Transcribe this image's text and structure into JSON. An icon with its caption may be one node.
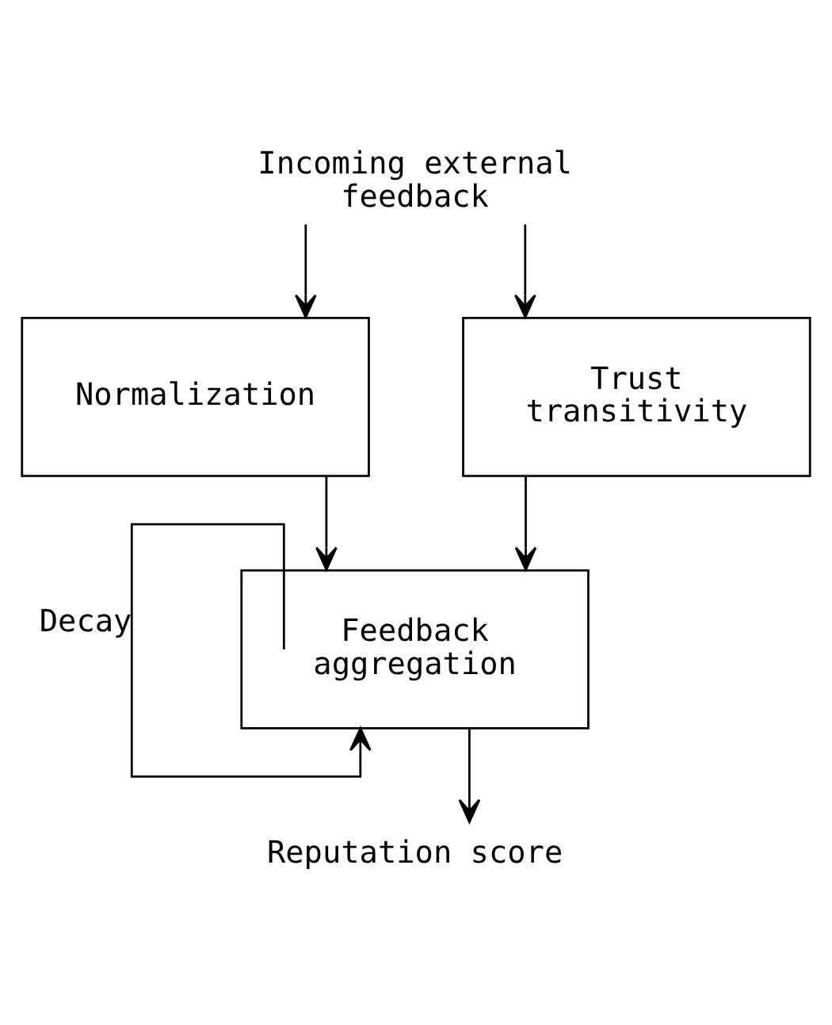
{
  "diagram": {
    "nodes": [
      {
        "text": [
          "Incoming external feedback"
        ]
      },
      {
        "text": [
          "Normalization"
        ]
      },
      {
        "text": [
          "Trust transitivity"
        ]
      },
      {
        "text": [
          "Feedback aggregation"
        ]
      },
      {
        "text": [
          "Reputation score"
        ]
      }
    ],
    "edges": [
      {
        "from": 0,
        "to": 1,
        "arrow": "to"
      },
      {
        "from": 0,
        "to": 2,
        "arrow": "to"
      },
      {
        "from": 1,
        "to": 3,
        "arrow": "to"
      },
      {
        "from": 2,
        "to": 3,
        "arrow": "to"
      },
      {
        "from": 3,
        "to": 3,
        "arrow": "to",
        "label": "Decay"
      },
      {
        "from": 3,
        "to": 4,
        "arrow": "to"
      }
    ]
  }
}
